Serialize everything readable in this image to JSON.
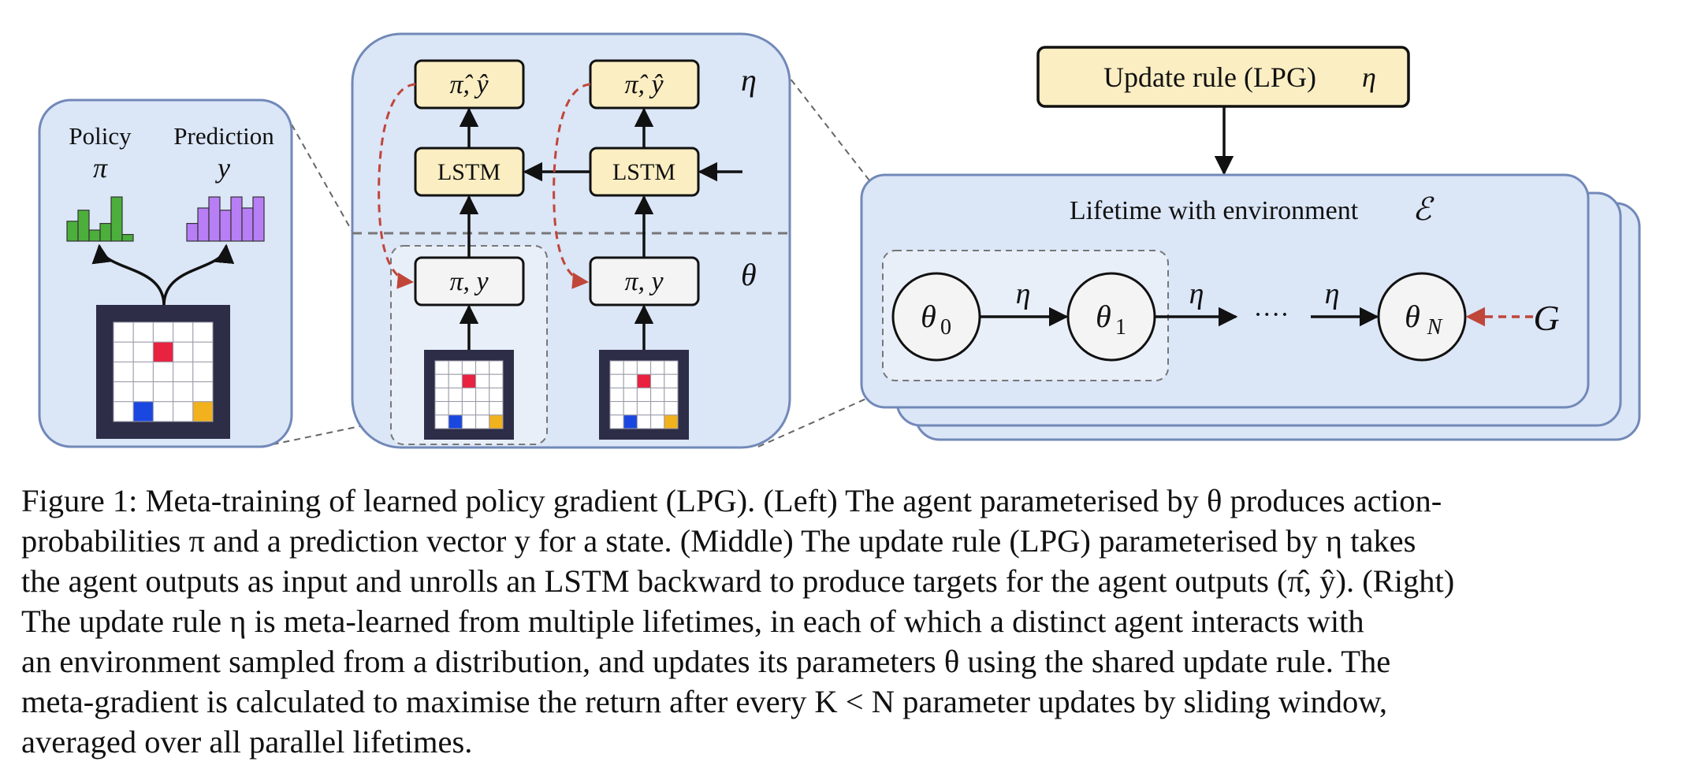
{
  "left_panel": {
    "policy_label": "Policy",
    "policy_symbol": "π",
    "prediction_label": "Prediction",
    "prediction_symbol": "y",
    "policy_color": "#4caf3c",
    "prediction_color": "#b77ef5",
    "policy_bars": [
      0.45,
      0.7,
      0.25,
      0.4,
      1.0,
      0.15
    ],
    "prediction_bars": [
      0.4,
      0.75,
      1.0,
      0.7,
      1.0,
      0.75,
      1.0
    ]
  },
  "middle_panel": {
    "output_box_label": "π̂, ŷ",
    "lstm_label": "LSTM",
    "agent_box_label": "π, y",
    "eta_symbol": "η",
    "theta_symbol": "θ"
  },
  "right_panel": {
    "update_rule_label": "Update rule (LPG)",
    "update_rule_symbol": "η",
    "lifetime_label": "Lifetime with environment",
    "environment_symbol": "ℰ",
    "node_theta0": "θ",
    "node_theta0_sub": "0",
    "node_theta1": "θ",
    "node_theta1_sub": "1",
    "node_thetaN": "θ",
    "node_thetaN_sub": "N",
    "edge_label": "η",
    "ellipsis": "····",
    "return_symbol": "G"
  },
  "colors": {
    "panel_fill": "#dbe6f7",
    "panel_stroke": "#7289b8",
    "box_fill": "#fbeec2",
    "red_arrow": "#c0463a",
    "grid_frame": "#2e2d48",
    "red_cell": "#e8223f",
    "blue_cell": "#1a47e0",
    "yellow_cell": "#f2b21d"
  },
  "caption": {
    "lines": [
      "Figure 1: Meta-training of learned policy gradient (LPG). (Left) The agent parameterised by θ produces action-",
      "probabilities π and a prediction vector y for a state. (Middle) The update rule (LPG) parameterised by η takes",
      "the agent outputs as input and unrolls an LSTM backward to produce targets for the agent outputs (π̂, ŷ). (Right)",
      "The update rule η is meta-learned from multiple lifetimes, in each of which a distinct agent interacts with",
      "an environment sampled from a distribution, and updates its parameters θ using the shared update rule. The",
      "meta-gradient is calculated to maximise the return after every K < N parameter updates by sliding window,",
      "averaged over all parallel lifetimes."
    ]
  }
}
